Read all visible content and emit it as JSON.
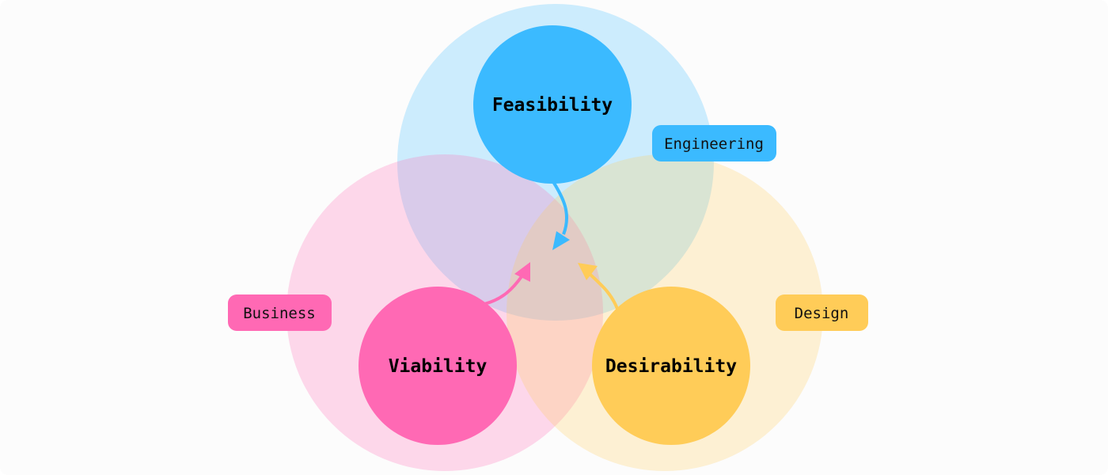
{
  "colors": {
    "blue": "#3bbaff",
    "pink": "#ff69b4",
    "yellow": "#ffcc58"
  },
  "circles": {
    "feasibility": "Feasibility",
    "viability": "Viability",
    "desirability": "Desirability"
  },
  "tags": {
    "engineering": "Engineering",
    "business": "Business",
    "design": "Design"
  }
}
